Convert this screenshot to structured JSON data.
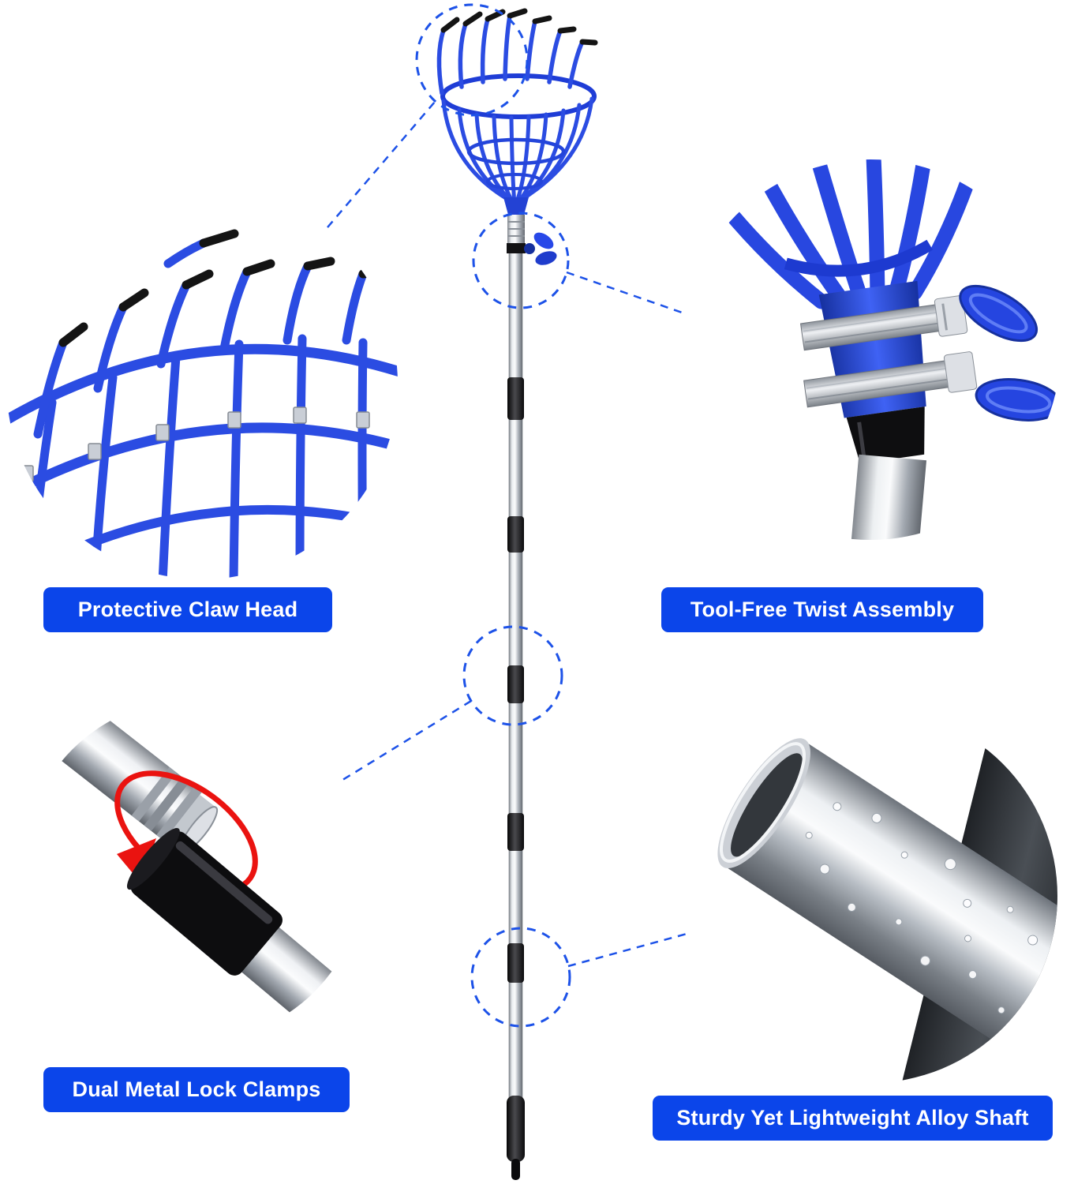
{
  "colors": {
    "background": "#ffffff",
    "label_background": "#0b45ea",
    "label_text": "#ffffff",
    "product_blue": "#2b4ce2",
    "annotation_dash_blue": "#1d52e8",
    "pole_silver": "#c9ccd2",
    "pole_black": "#111114",
    "rotation_arrow_red": "#ea1310"
  },
  "features": [
    {
      "id": "protective-claw-head",
      "label": "Protective Claw Head",
      "callout_position": "top-left"
    },
    {
      "id": "tool-free-twist-assembly",
      "label": "Tool-Free Twist Assembly",
      "callout_position": "top-right"
    },
    {
      "id": "dual-metal-lock-clamps",
      "label": "Dual Metal Lock Clamps",
      "callout_position": "bottom-left"
    },
    {
      "id": "sturdy-yet-lightweight-alloy-shaft",
      "label": "Sturdy Yet Lightweight Alloy Shaft",
      "callout_position": "bottom-right"
    }
  ]
}
